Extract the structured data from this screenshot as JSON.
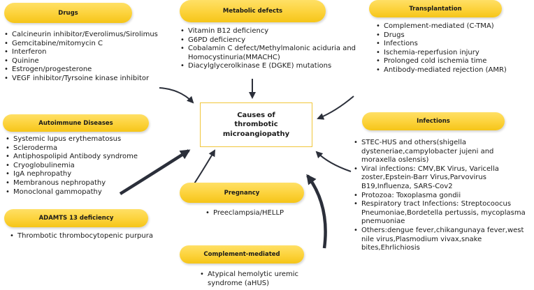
{
  "center": {
    "lines": [
      "Causes of",
      "thrombotic",
      "microangiopathy"
    ]
  },
  "drugs": {
    "title": "Drugs",
    "items": [
      "Calcineurin inhibitor/Everolimus/Sirolimus",
      "Gemcitabine/mitomycin C",
      "Interferon",
      "Quinine",
      "Estrogen/progesterone",
      "VEGF inhibitor/Tyrsoine kinase inhibitor"
    ]
  },
  "metabolic": {
    "title": "Metabolic defects",
    "items": [
      "Vitamin B12 deficiency",
      "G6PD deficiency",
      "Cobalamin C defect/Methylmalonic aciduria and Homocystinuria(MMACHC)",
      "Diacylglycerolkinase E (DGKE) mutations"
    ]
  },
  "transplantation": {
    "title": "Transplantation",
    "items": [
      "Complement-mediated (C-TMA)",
      "Drugs",
      "Infections",
      "Ischemia-reperfusion injury",
      "Prolonged cold ischemia time",
      "Antibody-mediated rejection (AMR)"
    ]
  },
  "autoimmune": {
    "title": "Autoimmune Diseases",
    "items": [
      "Systemic lupus erythematosus",
      "Scleroderma",
      "Antiphospolipid Antibody syndrome",
      "Cryoglobulinemia",
      "IgA nephropathy",
      "Membranous nephropathy",
      "Monoclonal gammopathy"
    ]
  },
  "infections": {
    "title": "Infections",
    "items": [
      "STEC-HUS and others(shigella dysteneriae,campylobacter jujeni and moraxella oslensis)",
      "Viral infections: CMV,BK Virus, Varicella zoster,Epstein-Barr Virus,Parvovirus B19,Influenza, SARS-Cov2",
      "Protozoa: Toxoplasma gondii",
      "Respiratory tract Infections: Streptocoocus Pneumoniae,Bordetella pertussis, mycoplasma pnemuoniae",
      "Others:dengue fever,chikangunaya fever,west nile virus,Plasmodium vivax,snake bites,Ehrlichiosis"
    ]
  },
  "pregnancy": {
    "title": "Pregnancy",
    "items": [
      "Preeclampsia/HELLP"
    ]
  },
  "adamts13": {
    "title": "ADAMTS 13 deficiency",
    "items": [
      "Thrombotic thrombocytopenic purpura"
    ]
  },
  "complement": {
    "title": "Complement-mediated",
    "items": [
      "Atypical hemolytic uremic syndrome (aHUS)"
    ]
  },
  "colors": {
    "pill": "#fcd23a",
    "arrow": "#2b2f3a",
    "center_border": "#f0c63a"
  }
}
